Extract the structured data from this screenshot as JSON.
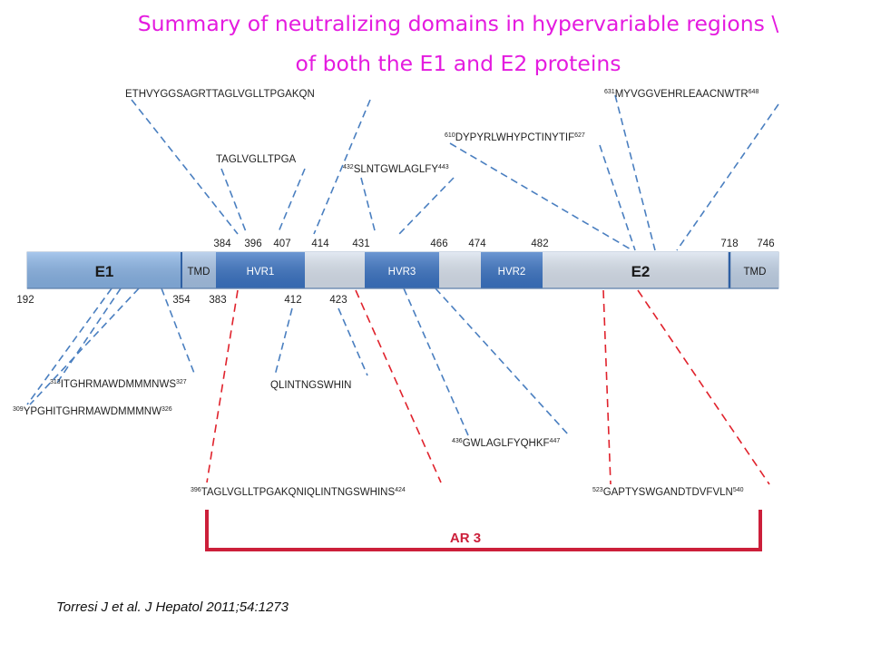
{
  "title_line1": "Summary of neutralizing domains in hypervariable regions \\",
  "title_line2": "of both the E1 and E2 proteins",
  "bar": {
    "segments": [
      {
        "label": "E1",
        "fill": "#89b4e6"
      },
      {
        "label": "TMD",
        "fill": "#a7c3e6"
      },
      {
        "label": "HVR1",
        "fill": "#3b74c4"
      },
      {
        "label": "",
        "fill": "#d9e2ee"
      },
      {
        "label": "HVR3",
        "fill": "#3b74c4"
      },
      {
        "label": "",
        "fill": "#d9e2ee"
      },
      {
        "label": "HVR2",
        "fill": "#3b74c4"
      },
      {
        "label": "E2",
        "fill": "#d9e2ee"
      },
      {
        "label": "TMD",
        "fill": "#c3d4e9"
      }
    ],
    "top_positions": [
      "384",
      "396",
      "407",
      "414",
      "431",
      "466",
      "474",
      "482",
      "718",
      "746"
    ],
    "bottom_positions": [
      "192",
      "354",
      "383",
      "412",
      "423"
    ]
  },
  "epitopes_above": [
    {
      "start": "",
      "seq": "ETHVYGGSAGRTTAGLVGLLTPGAKQN",
      "end": ""
    },
    {
      "start": "",
      "seq": "TAGLVGLLTPGA",
      "end": ""
    },
    {
      "start": "432",
      "seq": "SLNTGWLAGLFY",
      "end": "443"
    },
    {
      "start": "610",
      "seq": "DYPYRLWHYPCTINYTIF",
      "end": "627"
    },
    {
      "start": "631",
      "seq": "MYVGGVEHRLEAACNWTR",
      "end": "648"
    }
  ],
  "epitopes_below": [
    {
      "start": "313",
      "seq": "ITGHRMAWDMMMNWS",
      "end": "327"
    },
    {
      "start": "309",
      "seq": "YPGHITGHRMAWDMMMNW",
      "end": "326"
    },
    {
      "start": "",
      "seq": "QLINTNGSWHIN",
      "end": ""
    },
    {
      "start": "436",
      "seq": "GWLAGLFYQHKF",
      "end": "447"
    }
  ],
  "ar3_epitopes": [
    {
      "start": "396",
      "seq": "TAGLVGLLTPGAKQNIQLINTNGSWHINS",
      "end": "424"
    },
    {
      "start": "523",
      "seq": "GAPTYSWGANDTDVFVLN",
      "end": "540"
    }
  ],
  "ar3_label": "AR 3",
  "citation": "Torresi J et al. J Hepatol 2011;54:1273",
  "colors": {
    "title": "#e41bdf",
    "blue_dash": "#4a7fc0",
    "red_dash": "#e0222c",
    "bracket": "#cc1f3a"
  }
}
